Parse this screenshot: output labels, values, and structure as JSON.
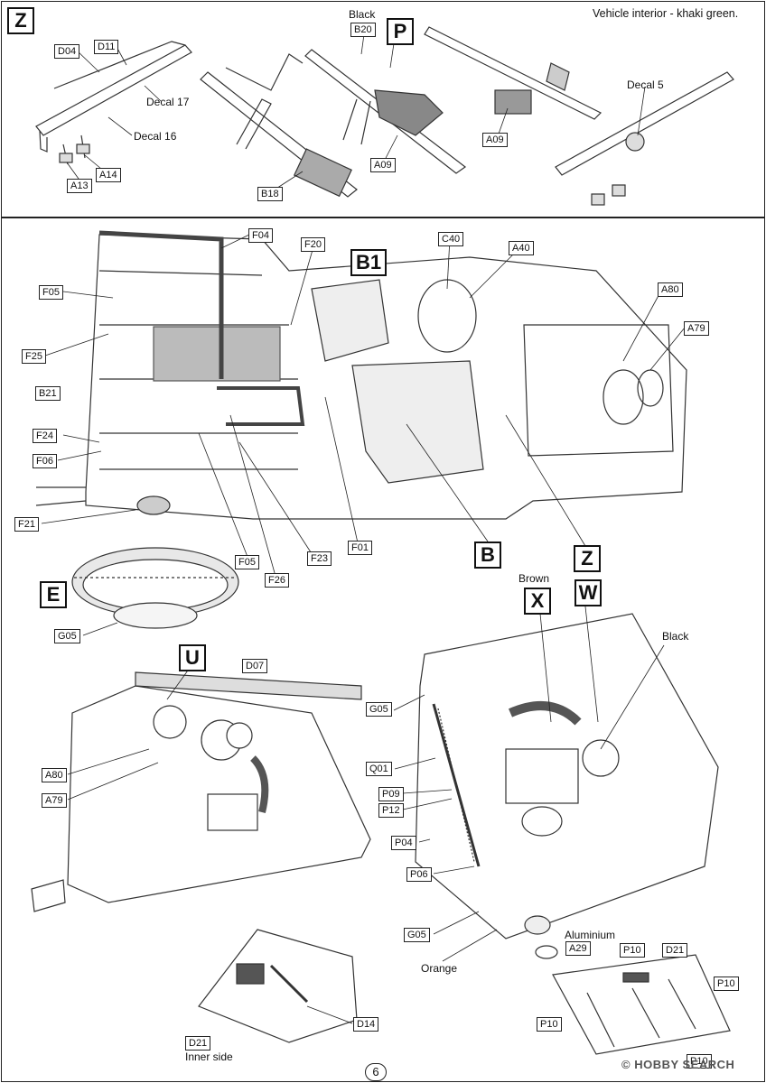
{
  "page_number": "6",
  "watermark": "© HOBBY SEARCH",
  "top_panel": {
    "step": "Z",
    "note": "Vehicle interior - khaki green.",
    "sub_step": "P",
    "labels": [
      "D04",
      "D11",
      "Decal 17",
      "Decal 16",
      "A13",
      "A14",
      "B18",
      "Black",
      "B20",
      "A09",
      "A09",
      "Decal 5"
    ]
  },
  "main_panel": {
    "steps": [
      "B1",
      "B",
      "Z",
      "E"
    ],
    "labels": [
      "F04",
      "F20",
      "C40",
      "A40",
      "A80",
      "A79",
      "F05",
      "F25",
      "B21",
      "F24",
      "F06",
      "F21",
      "F05",
      "F26",
      "F23",
      "F01",
      "G05"
    ]
  },
  "engine_left": {
    "step": "U",
    "labels": [
      "D07",
      "A80",
      "A79"
    ]
  },
  "engine_right": {
    "steps": [
      "X",
      "W"
    ],
    "labels": [
      "Brown",
      "Black",
      "G05",
      "Q01",
      "P09",
      "P12",
      "P04",
      "P06",
      "G05",
      "Orange",
      "Aluminium",
      "A29"
    ]
  },
  "hood_left": {
    "labels": [
      "D14",
      "D21",
      "Inner side"
    ]
  },
  "hood_right": {
    "labels": [
      "P10",
      "D21",
      "P10",
      "P10",
      "P10"
    ]
  }
}
